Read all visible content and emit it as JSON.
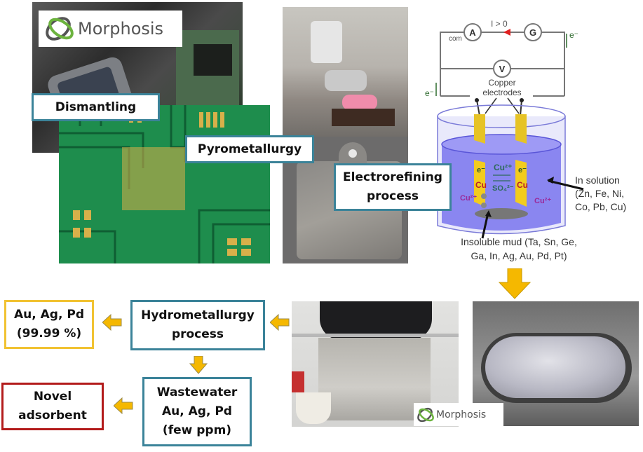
{
  "logos": {
    "top_left": "Morphosis",
    "bottom": "Morphosis"
  },
  "steps": {
    "dismantling": "Dismantling",
    "pyrometallurgy": "Pyrometallurgy",
    "electrorefining": [
      "Electrorefining",
      "process"
    ],
    "hydrometallurgy": [
      "Hydrometallurgy",
      "process"
    ],
    "products": [
      "Au, Ag, Pd",
      "(99.99 %)"
    ],
    "wastewater": [
      "Wastewater",
      "Au, Ag, Pd",
      "(few ppm)"
    ],
    "adsorbent": [
      "Novel",
      "adsorbent"
    ]
  },
  "electrolysis_diagram": {
    "ammeter": "A",
    "generator": "G",
    "voltmeter": "V",
    "com_label": "com",
    "current_label": "I > 0",
    "electron_label": "e⁻",
    "electrodes_label": [
      "Copper",
      "electrodes"
    ],
    "electrode_e": "e⁻",
    "electrode_cu": "Cu",
    "ion_cu": "Cu²⁺",
    "ion_so4": "SO₄²⁻",
    "in_solution": [
      "In solution",
      "(Zn, Fe, Ni,",
      "Co, Pb, Cu)"
    ],
    "insoluble_mud": [
      "Insoluble mud (Ta, Sn, Ge,",
      "Ga, In, Ag, Au, Pd, Pt)"
    ]
  },
  "colors": {
    "process_border": "#3b8399",
    "product_border": "#f1c232",
    "adsorbent_border": "#b31b1b",
    "arrow_fill": "#f5b800"
  }
}
